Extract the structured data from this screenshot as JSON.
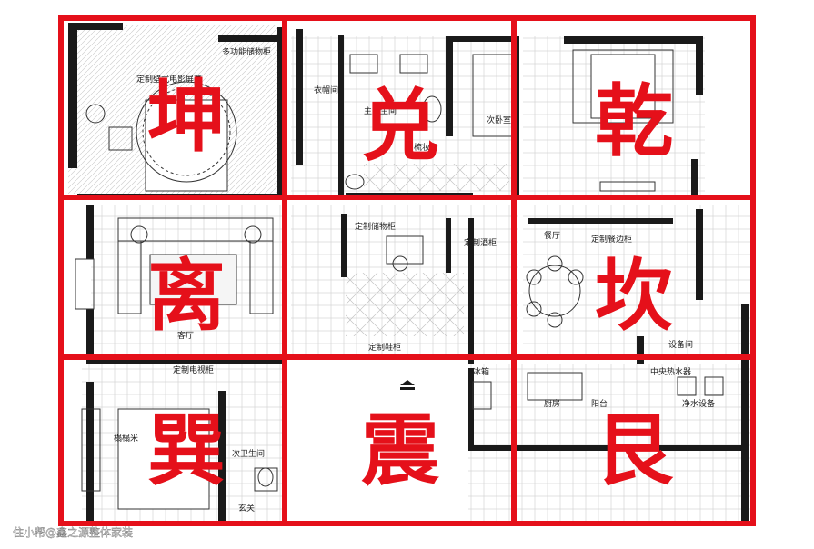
{
  "trigrams": {
    "kun": "坤",
    "dui": "兑",
    "qian": "乾",
    "li": "离",
    "kan": "坎",
    "xun": "巽",
    "zhen": "震",
    "gen": "艮"
  },
  "rooms": {
    "multi_storage": "多功能储物柜",
    "closet": "衣帽间",
    "master_bath": "主卫生间",
    "makeup": "梳妆台",
    "secondary_bedroom": "次卧室",
    "custom_tv_cabinet": "定制壁式电影屏幕",
    "custom_cabinet": "定制储物柜",
    "custom_wine": "定制酒柜",
    "living_room": "客厅",
    "custom_shoe": "定制鞋柜",
    "dining": "餐厅",
    "custom_sideboard": "定制餐边柜",
    "equipment": "设备间",
    "central_water": "中央热水器",
    "purifier": "净水设备",
    "kitchen": "厨房",
    "balcony": "阳台",
    "guest_bath": "次卫生间",
    "bedroom_sw": "榻榻米",
    "custom_cabinet_sw": "定制电视柜",
    "entrance": "玄关",
    "fridge": "冰箱"
  },
  "watermark": "住小帮@鑫之源整体家装",
  "colors": {
    "grid_red": "#e5101a",
    "wall": "#1a1a1a",
    "floor_pattern": "#bfbfbf"
  }
}
